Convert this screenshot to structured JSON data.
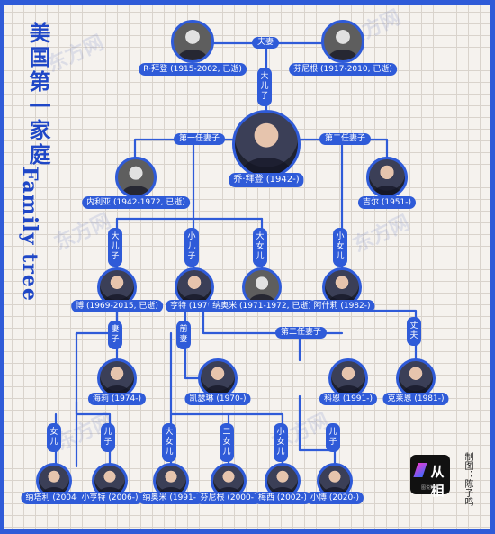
{
  "title": "美国第一家庭",
  "title_en": "Family tree",
  "watermark": "东方网",
  "credit": "制图：陈子鸣",
  "logo": {
    "text": "从相",
    "sub": "图说数据"
  },
  "colors": {
    "accent": "#2f5bd8",
    "background": "#f5f2ee",
    "grid": "#d9d3cc"
  },
  "people": {
    "father": "R·拜登 (1915-2002, 已逝)",
    "mother": "芬尼根 (1917-2010, 已逝)",
    "joe": "乔·拜登 (1942-)",
    "neilia": "内利亚 (1942-1972, 已逝)",
    "jill": "吉尔 (1951-)",
    "beau": "博 (1969-2015, 已逝)",
    "hunter": "亨特 (1970-)",
    "naomi_sr": "纳奥米 (1971-1972, 已逝)",
    "ashley": "阿什莉 (1982-)",
    "hallie": "海莉 (1974-)",
    "kathleen": "凯瑟琳 (1970-)",
    "melissa": "科恩 (1991-)",
    "howard": "克莱恩 (1981-)",
    "natalie": "纳塔利 (2004-)",
    "hunter_jr": "小亨特 (2006-)",
    "naomi": "纳奥米 (1991-)",
    "finnegan": "芬尼根 (2000-)",
    "maisy": "梅西 (2002-)",
    "beau_jr": "小博 (2020-)"
  },
  "relations": {
    "couple": "夫妻",
    "eldest_son": "大儿子",
    "first_wife": "第一任妻子",
    "second_wife": "第二任妻子",
    "big_son": "大儿子",
    "small_son": "小儿子",
    "big_daughter": "大女儿",
    "small_daughter": "小女儿",
    "wife": "妻子",
    "ex_wife": "前妻",
    "second_wife_h": "第二任妻子",
    "husband": "丈夫",
    "daughter": "女儿",
    "son": "儿子",
    "g_big_daughter": "大女儿",
    "g_second_daughter": "二女儿",
    "g_small_daughter": "小女儿",
    "g_son": "儿子"
  }
}
